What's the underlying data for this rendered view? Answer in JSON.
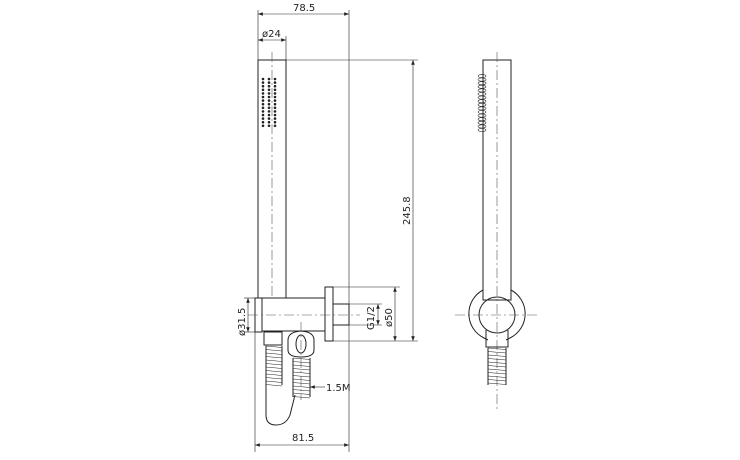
{
  "title": "Hand shower with wall outlet bracket - technical drawing",
  "dimensions": {
    "overall_width_top": "78.5",
    "handle_diameter": "ø24",
    "overall_height": "245.8",
    "collar_diameter": "ø31.5",
    "thread": "G1/2",
    "flange_diameter": "ø50",
    "hose_length": "1.5M",
    "overall_width_bottom": "81.5"
  },
  "colors": {
    "line": "#222222",
    "background": "#ffffff"
  }
}
